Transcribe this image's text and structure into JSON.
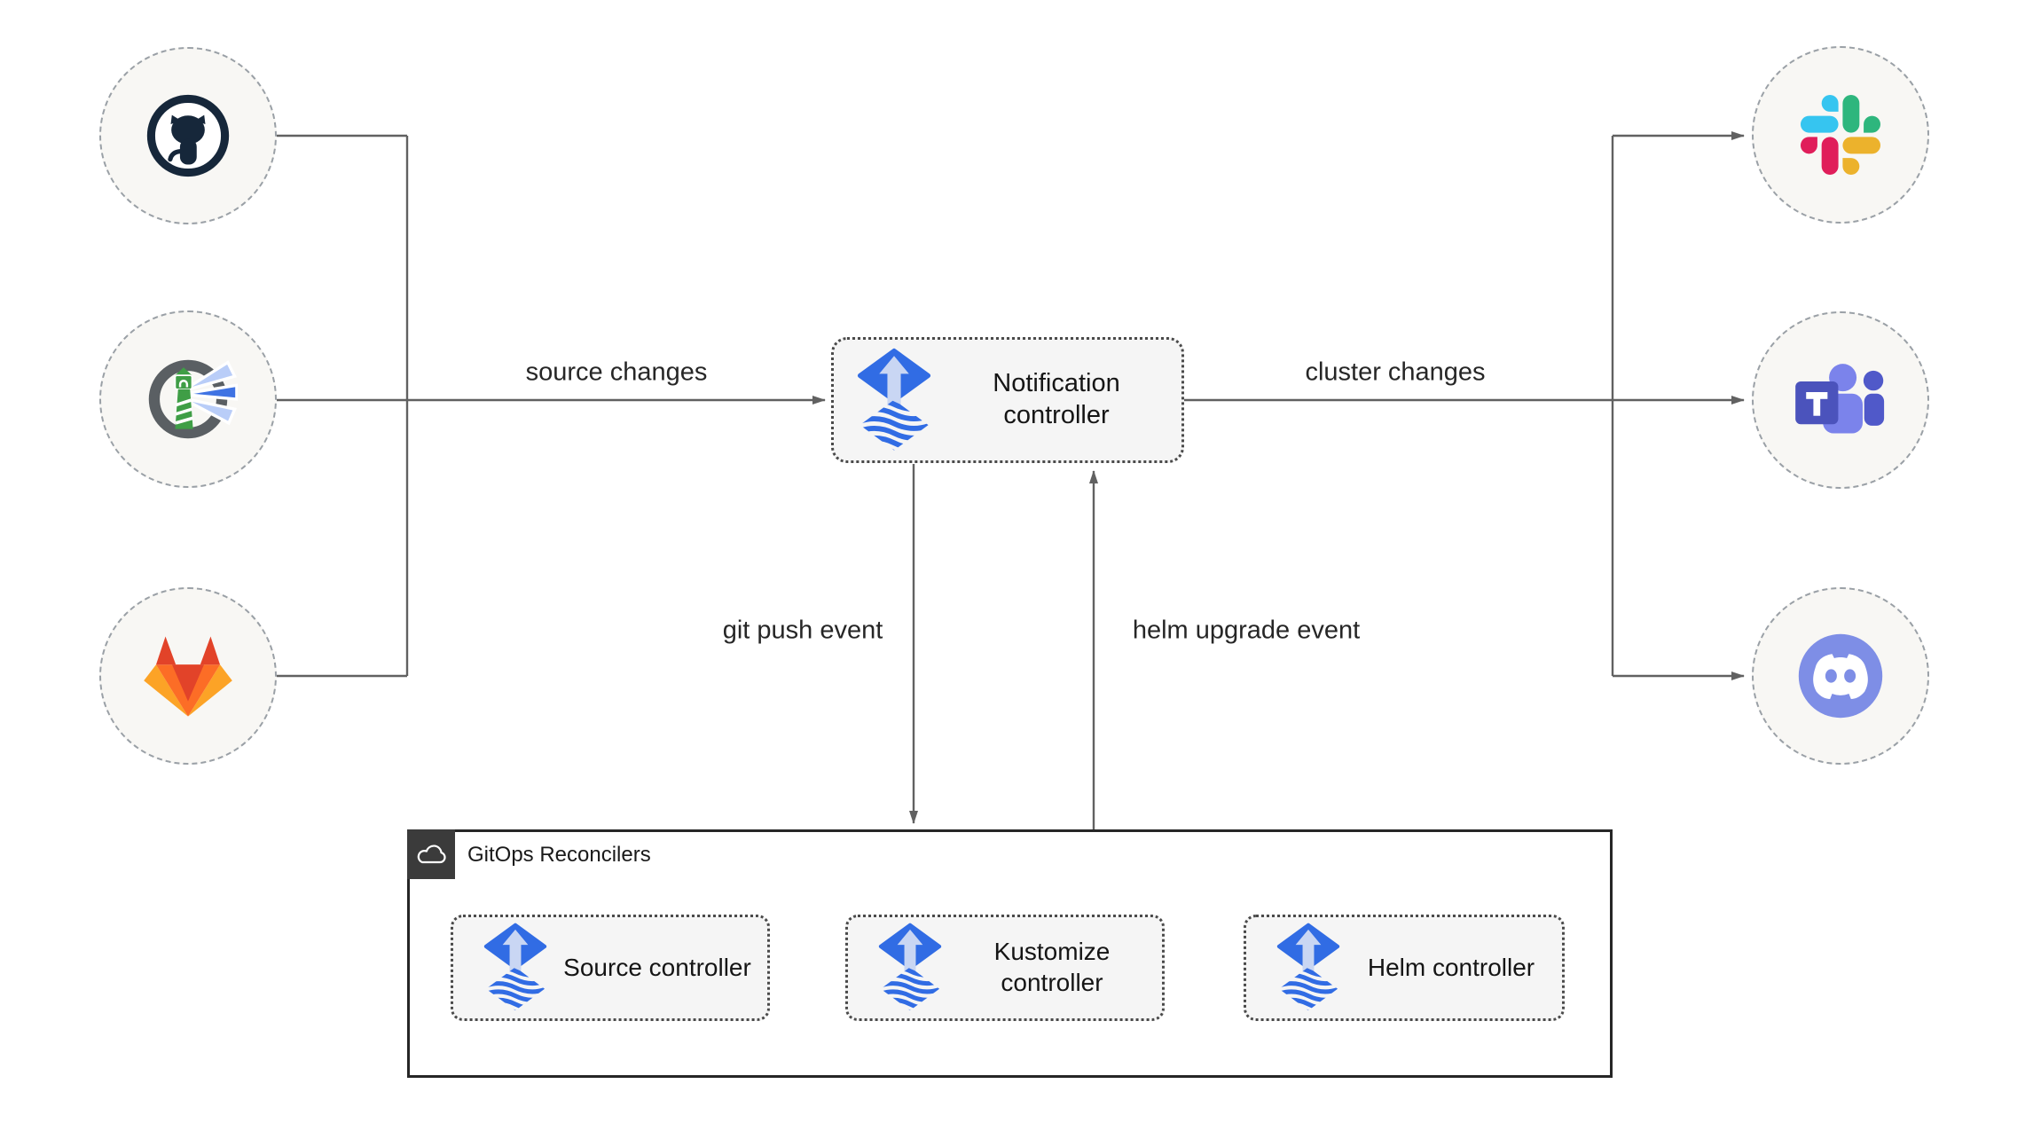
{
  "edges": {
    "source_changes": "source changes",
    "cluster_changes": "cluster changes",
    "git_push_event": "git push event",
    "helm_upgrade_event": "helm upgrade event"
  },
  "notification": {
    "label": "Notification controller"
  },
  "reconcilers": {
    "title": "GitOps Reconcilers",
    "controllers": [
      {
        "label": "Source controller"
      },
      {
        "label": "Kustomize controller"
      },
      {
        "label": "Helm controller"
      }
    ]
  },
  "icons": {
    "sources": [
      "github-icon",
      "harbor-icon",
      "gitlab-icon"
    ],
    "targets": [
      "slack-icon",
      "teams-icon",
      "discord-icon"
    ],
    "controller_icon": "flux-icon",
    "reconcilers_tab_icon": "cloud-icon"
  },
  "colors": {
    "flux_blue": "#316ce4",
    "flux_arrow_light": "#c9d6f3",
    "wire_gray": "#616161",
    "node_bg": "#f5f5f5",
    "circle_bg": "#f8f7f4",
    "tab_bg": "#3b3b3b",
    "github_dark": "#16273a",
    "harbor_green": "#3f9e46",
    "harbor_beam_blue": "#3f73e3",
    "gitlab_red": "#e24329",
    "gitlab_orange": "#fc6d26",
    "gitlab_yellow": "#fca326",
    "slack_blue": "#36c5f0",
    "slack_green": "#2eb67d",
    "slack_red": "#e01e5a",
    "slack_yellow": "#ecb22c",
    "teams_purple": "#4b53bc",
    "teams_light_purple": "#7b83eb",
    "discord_blurple": "#7e8ee6"
  }
}
